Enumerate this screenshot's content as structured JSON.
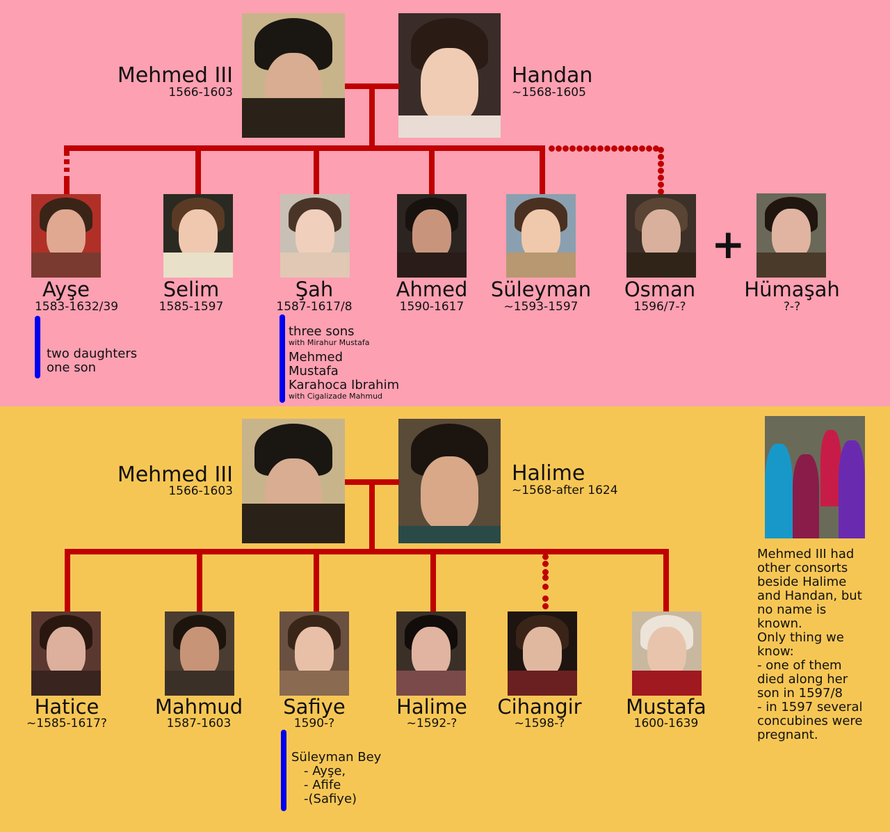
{
  "top": {
    "background": "#fca0b2",
    "father": {
      "name": "Mehmed III",
      "dates": "1566-1603"
    },
    "mother": {
      "name": "Handan",
      "dates": "~1568-1605"
    },
    "children": [
      {
        "name": "Ayşe",
        "dates": "1583-1632/39"
      },
      {
        "name": "Selim",
        "dates": "1585-1597"
      },
      {
        "name": "Şah",
        "dates": "1587-1617/8"
      },
      {
        "name": "Ahmed",
        "dates": "1590-1617"
      },
      {
        "name": "Süleyman",
        "dates": "~1593-1597"
      },
      {
        "name": "Osman",
        "dates": "1596/7-?"
      }
    ],
    "spouse": {
      "name": "Hümaşah",
      "dates": "?-?",
      "connector": "+"
    },
    "notes": {
      "ayse": {
        "line1": "two daughters",
        "line2": "one son"
      },
      "sah": {
        "group1_title": "three sons",
        "group1_sub": "with Mirahur Mustafa",
        "group2_lines": [
          "Mehmed",
          "Mustafa",
          "Karahoca Ibrahim"
        ],
        "group2_sub": "with Cigalizade Mahmud"
      }
    }
  },
  "bottom": {
    "background": "#f6c655",
    "father": {
      "name": "Mehmed III",
      "dates": "1566-1603"
    },
    "mother": {
      "name": "Halime",
      "dates": "~1568-after 1624"
    },
    "children": [
      {
        "name": "Hatice",
        "dates": "~1585-1617?"
      },
      {
        "name": "Mahmud",
        "dates": "1587-1603"
      },
      {
        "name": "Safiye",
        "dates": "1590-?"
      },
      {
        "name": "Halime",
        "dates": "~1592-?"
      },
      {
        "name": "Cihangir",
        "dates": "~1598-?"
      },
      {
        "name": "Mustafa",
        "dates": "1600-1639"
      }
    ],
    "notes": {
      "safiye": {
        "title": "Süleyman Bey",
        "lines": [
          "- Ayşe,",
          "- Afife",
          "-(Safiye)"
        ]
      }
    },
    "sidenote": {
      "lines": [
        "Mehmed III had",
        "other consorts",
        "beside Halime",
        "and Handan, but",
        "no name is",
        "known.",
        "Only thing we",
        "know:",
        "- one of them",
        "died along her",
        "son in 1597/8",
        "- in 1597 several",
        "concubines were",
        "pregnant."
      ]
    }
  },
  "colors": {
    "line": "#c00000",
    "note_bar": "#0000ee",
    "top_bg": "#fca0b2",
    "bottom_bg": "#f6c655"
  }
}
